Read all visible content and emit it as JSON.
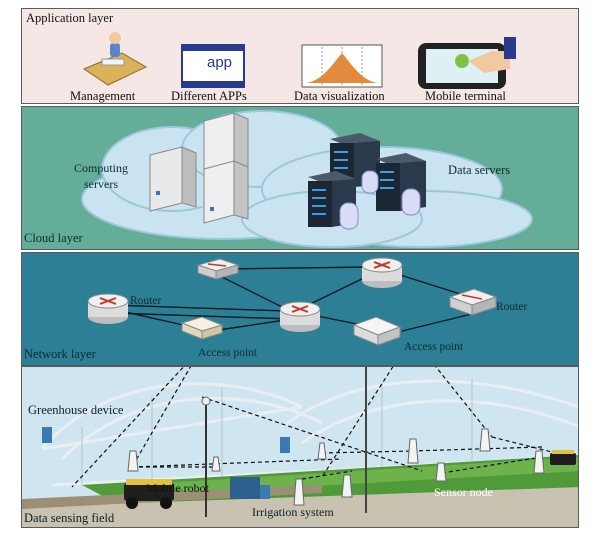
{
  "layers": {
    "application": {
      "title": "Application layer",
      "items": [
        "Management",
        "Different APPs",
        "Data visualization",
        "Mobile terminal"
      ],
      "app_icon_text": "app"
    },
    "cloud": {
      "title": "Cloud layer",
      "computing_line1": "Computing",
      "computing_line2": "servers",
      "data_servers": "Data servers"
    },
    "network": {
      "title": "Network layer",
      "router_left": "Router",
      "router_right": "Router",
      "access_point_1": "Access point",
      "access_point_2": "Access point"
    },
    "field": {
      "title": "Data sensing field",
      "greenhouse_device": "Greenhouse device",
      "mobile_robot": "Mobile robot",
      "irrigation_system": "Irrigation system",
      "sensor_node": "Sensor node"
    }
  },
  "colors": {
    "application_bg": "#f6e7e7",
    "cloud_bg": "#63ad99",
    "network_bg": "#2c7f95",
    "field_sky": "#cfe6f1",
    "crops": "#4f9b3a"
  }
}
